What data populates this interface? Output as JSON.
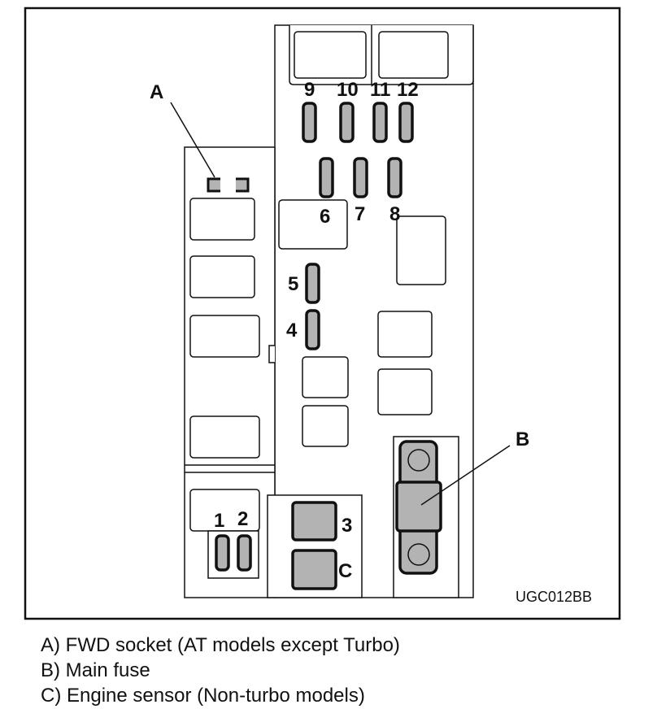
{
  "figure": {
    "code": "UGC012BB",
    "colors": {
      "fuse_fill": "#b3b3b3",
      "line": "#111111",
      "background": "#ffffff"
    }
  },
  "callouts": {
    "A": "A",
    "B": "B",
    "C": "C"
  },
  "fuse_numbers": {
    "f1": "1",
    "f2": "2",
    "f3": "3",
    "f4": "4",
    "f5": "5",
    "f6": "6",
    "f7": "7",
    "f8": "8",
    "f9": "9",
    "f10": "10",
    "f11": "11",
    "f12": "12"
  },
  "legend": [
    {
      "key": "A)",
      "text": "FWD socket (AT models except Turbo)"
    },
    {
      "key": "B)",
      "text": "Main fuse"
    },
    {
      "key": "C)",
      "text": "Engine sensor (Non-turbo models)"
    }
  ]
}
